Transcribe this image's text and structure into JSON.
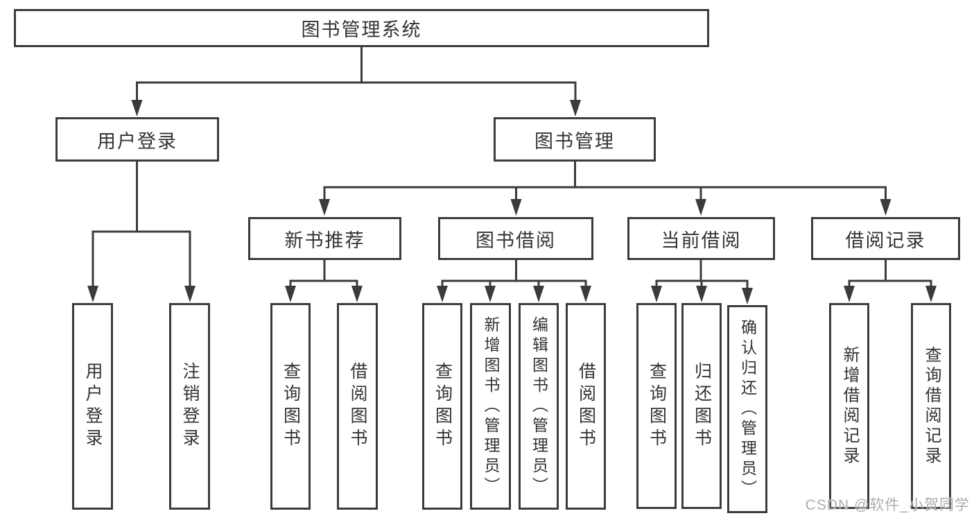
{
  "tree": {
    "root": {
      "label": "图书管理系统",
      "children": [
        {
          "label": "用户登录",
          "children": [
            {
              "label": "用户登录"
            },
            {
              "label": "注销登录"
            }
          ]
        },
        {
          "label": "图书管理",
          "children": [
            {
              "label": "新书推荐",
              "children": [
                {
                  "label": "查询图书"
                },
                {
                  "label": "借阅图书"
                }
              ]
            },
            {
              "label": "图书借阅",
              "children": [
                {
                  "label": "查询图书"
                },
                {
                  "label": "新增图书（管理员）"
                },
                {
                  "label": "编辑图书（管理员）"
                },
                {
                  "label": "借阅图书"
                }
              ]
            },
            {
              "label": "当前借阅",
              "children": [
                {
                  "label": "查询图书"
                },
                {
                  "label": "归还图书"
                },
                {
                  "label": "确认归还（管理员）"
                }
              ]
            },
            {
              "label": "借阅记录",
              "children": [
                {
                  "label": "新增借阅记录"
                },
                {
                  "label": "查询借阅记录"
                }
              ]
            }
          ]
        }
      ]
    }
  },
  "watermark": {
    "text": "CSDN @软件_小贺同学"
  },
  "colors": {
    "line": "#3b3b3b",
    "border": "#3b3b3b",
    "text": "#333333",
    "background": "#ffffff",
    "watermark": "#adadad"
  }
}
